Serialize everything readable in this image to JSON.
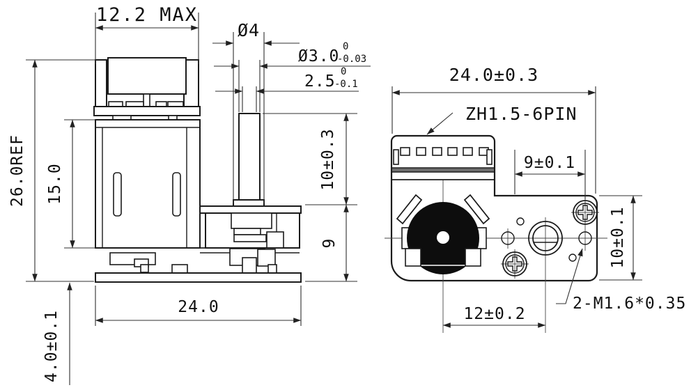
{
  "drawing": {
    "background": "#ffffff",
    "line_color": "#1b1b1b",
    "left_view": {
      "name": "side-view",
      "dims": {
        "width_top": "12.2 MAX",
        "bearing_dia": "Ø4",
        "shaft_dia": {
          "value": "Ø3.0",
          "tol_upper": "0",
          "tol_lower": "-0.03"
        },
        "shaft_flat": {
          "value": "2.5",
          "tol_upper": "0",
          "tol_lower": "-0.1"
        },
        "overall_height": "26.0REF",
        "body_height": "15.0",
        "shaft_length": "10±0.3",
        "gearbox_height": "9",
        "base_width": "24.0",
        "base_height": "4.0±0.1"
      }
    },
    "right_view": {
      "name": "front-view",
      "connector_label": "ZH1.5-6PIN",
      "thread_label": "2-M1.6*0.35",
      "dims": {
        "overall_width": "24.0±0.3",
        "screw_spacing": "9±0.1",
        "flange_height": "10±0.1",
        "shaft_offset": "12±0.2"
      }
    }
  }
}
